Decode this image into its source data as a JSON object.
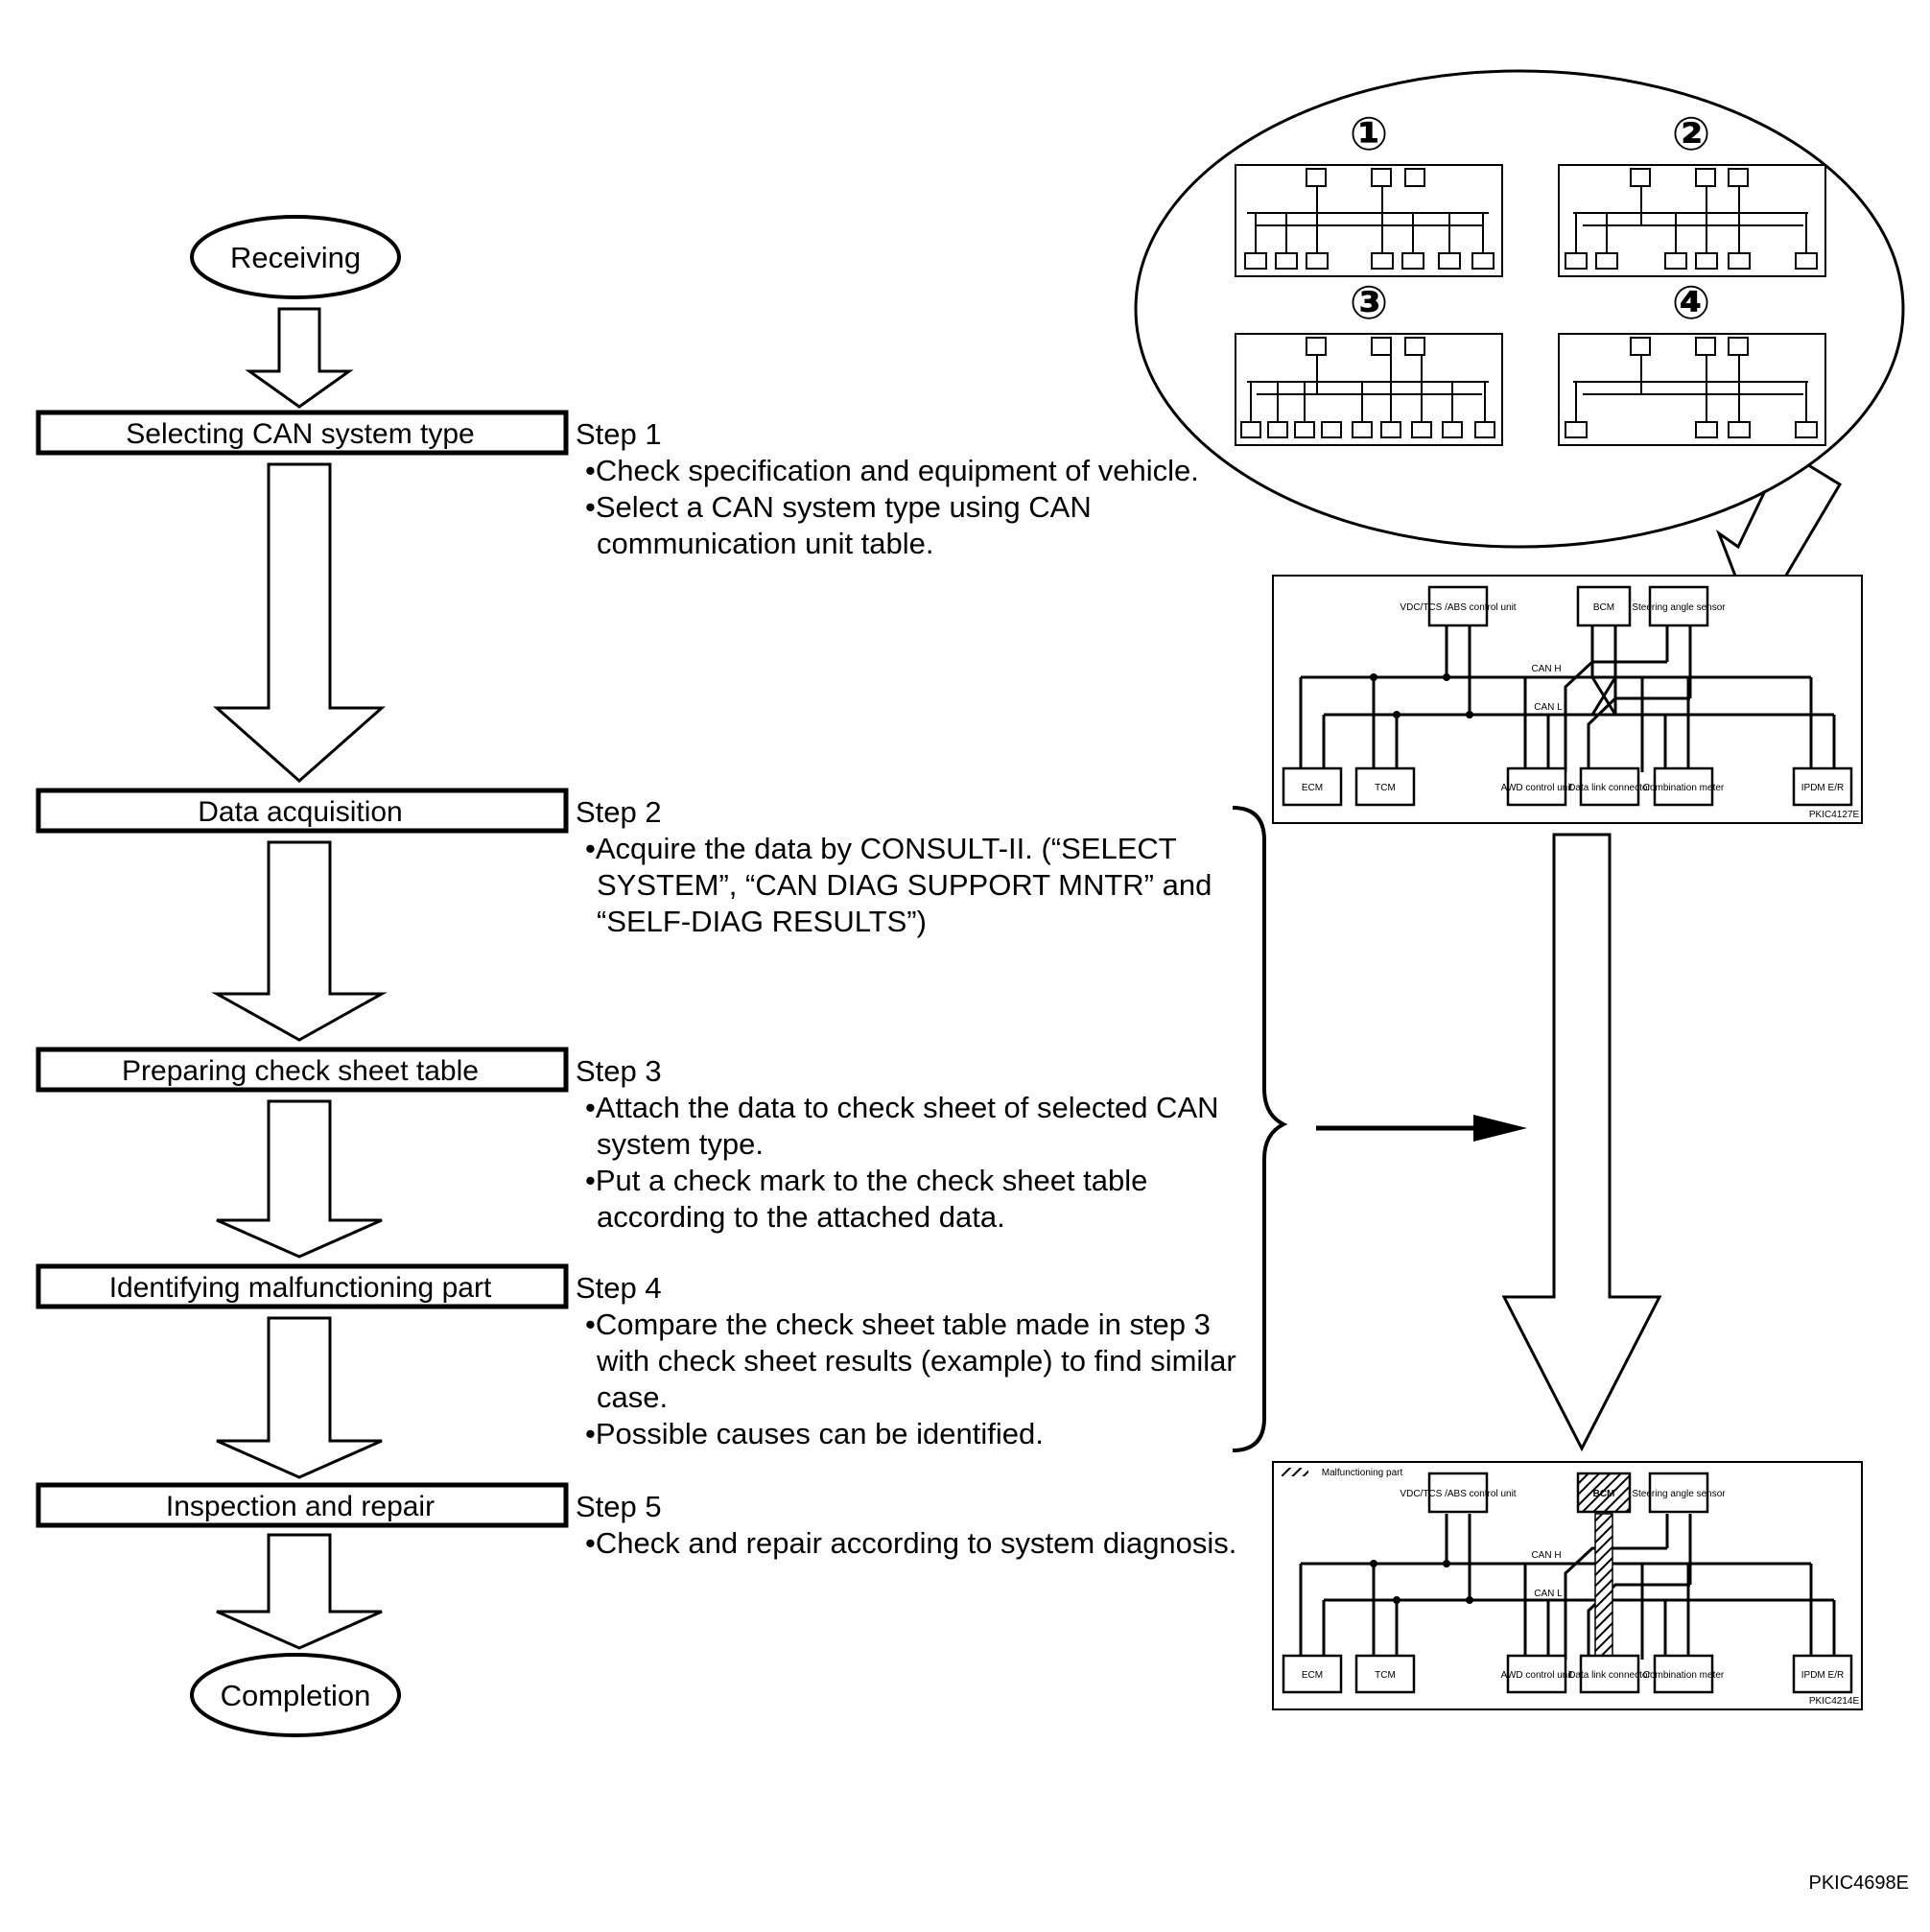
{
  "flow": {
    "start": "Receiving",
    "end": "Completion",
    "steps": [
      {
        "title": "Selecting CAN system type",
        "step": "Step 1",
        "bullets": [
          "•Check specification and equipment of vehicle.",
          "•Select a CAN system type using CAN communication unit table."
        ]
      },
      {
        "title": "Data acquisition",
        "step": "Step 2",
        "bullets": [
          "•Acquire the data by CONSULT-II. (“SELECT SYSTEM”, “CAN DIAG SUPPORT MNTR” and “SELF-DIAG RESULTS”)"
        ]
      },
      {
        "title": "Preparing check sheet table",
        "step": "Step 3",
        "bullets": [
          "•Attach the data to check sheet of selected CAN system type.",
          "•Put a check mark to the check sheet table according to the attached data."
        ]
      },
      {
        "title": "Identifying malfunctioning part",
        "step": "Step 4",
        "bullets": [
          "•Compare the check sheet table made in step 3 with check sheet results (example) to find similar case.",
          "•Possible causes can be identified."
        ]
      },
      {
        "title": "Inspection and repair",
        "step": "Step 5",
        "bullets": [
          "•Check and repair according to system diagnosis."
        ]
      }
    ]
  },
  "bubble": {
    "markers": [
      "①",
      "②",
      "③",
      "④"
    ]
  },
  "diagram1": {
    "top_units": [
      "VDC/TCS /ABS control unit",
      "BCM",
      "Steering angle sensor"
    ],
    "bottom_units": [
      "ECM",
      "TCM",
      "AWD control unit",
      "Data link connector",
      "Combination meter",
      "IPDM E/R"
    ],
    "can_h": "CAN H",
    "can_l": "CAN L",
    "ref": "PKIC4127E"
  },
  "diagram2": {
    "legend": "Malfunctioning part",
    "top_units": [
      "VDC/TCS /ABS control unit",
      "BCM",
      "Steering angle sensor"
    ],
    "bottom_units": [
      "ECM",
      "TCM",
      "AWD control unit",
      "Data link connector",
      "Combination meter",
      "IPDM E/R"
    ],
    "can_h": "CAN H",
    "can_l": "CAN L",
    "ref": "PKIC4214E"
  },
  "figure_ref": "PKIC4698E"
}
